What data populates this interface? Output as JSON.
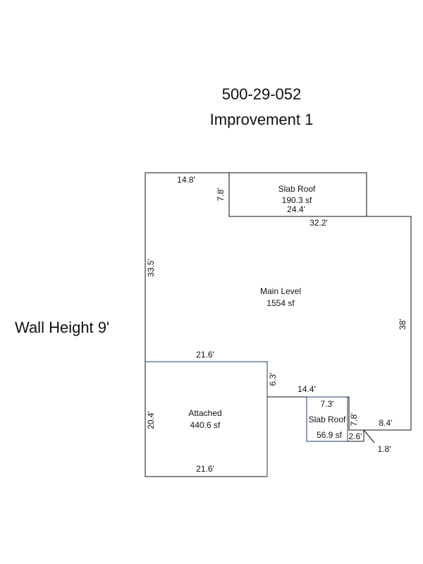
{
  "header": {
    "parcel_id": "500-29-052",
    "improvement": "Improvement 1",
    "wall_height": "Wall Height 9'"
  },
  "areas": {
    "slab_roof_top": {
      "label": "Slab Roof",
      "area": "190.3 sf"
    },
    "main_level": {
      "label": "Main Level",
      "area": "1554 sf"
    },
    "attached": {
      "label": "Attached",
      "area": "440.6 sf"
    },
    "slab_roof_bottom": {
      "label": "Slab Roof",
      "area": "56.9 sf"
    }
  },
  "dims": {
    "top_left": "14.8'",
    "slab_top_height": "7.8'",
    "slab_top_bottom": "24.4'",
    "main_top_right": "32.2'",
    "left_upper": "33.5'",
    "right_side": "38'",
    "attached_top": "21.6'",
    "step_height": "6.3'",
    "step_width": "14.4'",
    "slab_small_width": "7.3'",
    "slab_small_height": "7.8'",
    "right_bottom": "8.4'",
    "small_notch": "2.6'",
    "diagonal": "1.8'",
    "attached_left": "20.4'",
    "attached_bottom": "21.6'"
  }
}
